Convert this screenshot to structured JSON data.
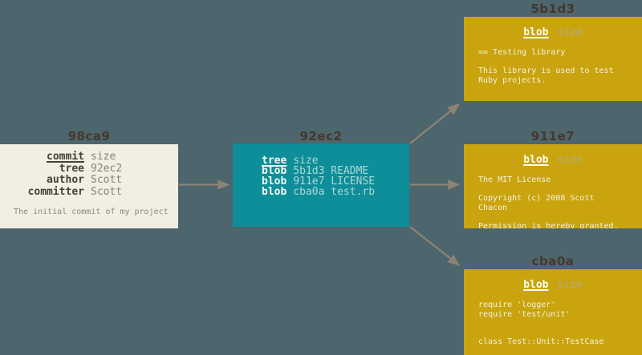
{
  "colors": {
    "background": "#4d656c",
    "commit_box": "#f1eee2",
    "tree_box": "#0d8e98",
    "blob_box": "#c9a40e",
    "label_text": "#46382b",
    "arrow": "#8c8377"
  },
  "commit": {
    "label": "98ca9",
    "rows": [
      {
        "key": "commit",
        "value": "size"
      },
      {
        "key": "tree",
        "value": "92ec2"
      },
      {
        "key": "author",
        "value": "Scott"
      },
      {
        "key": "committer",
        "value": "Scott"
      }
    ],
    "description": "The initial commit of my project"
  },
  "tree": {
    "label": "92ec2",
    "rows": [
      {
        "key": "tree",
        "value": "size"
      },
      {
        "key": "blob",
        "value": "5b1d3 README"
      },
      {
        "key": "blob",
        "value": "911e7 LICENSE"
      },
      {
        "key": "blob",
        "value": "cba0a test.rb"
      }
    ]
  },
  "blobs": [
    {
      "label": "5b1d3",
      "type_label": "blob",
      "size_label": "size",
      "content": "== Testing library\n\nThis library is used to test\nRuby projects."
    },
    {
      "label": "911e7",
      "type_label": "blob",
      "size_label": "size",
      "content": "The MIT License\n\nCopyright (c) 2008 Scott Chacon\n\nPermission is hereby granted,\nfree of charge, to any person"
    },
    {
      "label": "cba0a",
      "type_label": "blob",
      "size_label": "size",
      "content": "require 'logger'\nrequire 'test/unit'\n\n\nclass Test::Unit::TestCase"
    }
  ]
}
